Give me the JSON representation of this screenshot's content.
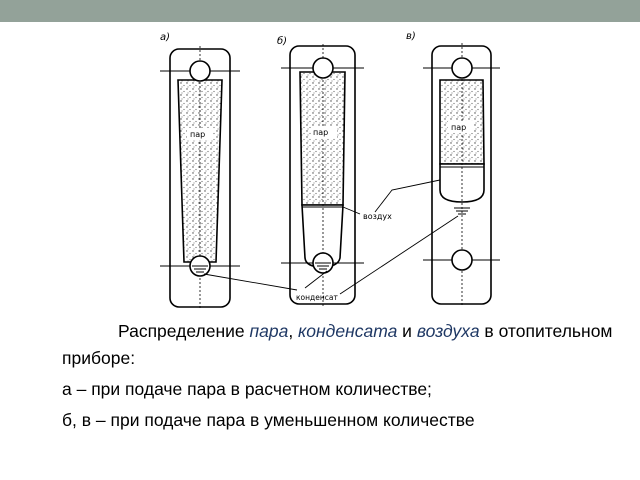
{
  "figure": {
    "labels": {
      "a": "а)",
      "b": "б)",
      "v": "в)"
    },
    "steam_label": "пар",
    "air_label": "воздух",
    "condensate_label": "конденсат"
  },
  "caption": {
    "prefix": "Распределение ",
    "steam": "пара",
    "comma": ", ",
    "condensate": "конденсата",
    "and": " и ",
    "air": "воздуха",
    "suffix": " в отопительном приборе:",
    "line_a": "а – при подаче пара в расчетном количестве;",
    "line_b": "б, в – при подаче пара в уменьшенном количестве"
  },
  "colors": {
    "top_bar": "#93a299",
    "highlight": "#1f3864"
  }
}
